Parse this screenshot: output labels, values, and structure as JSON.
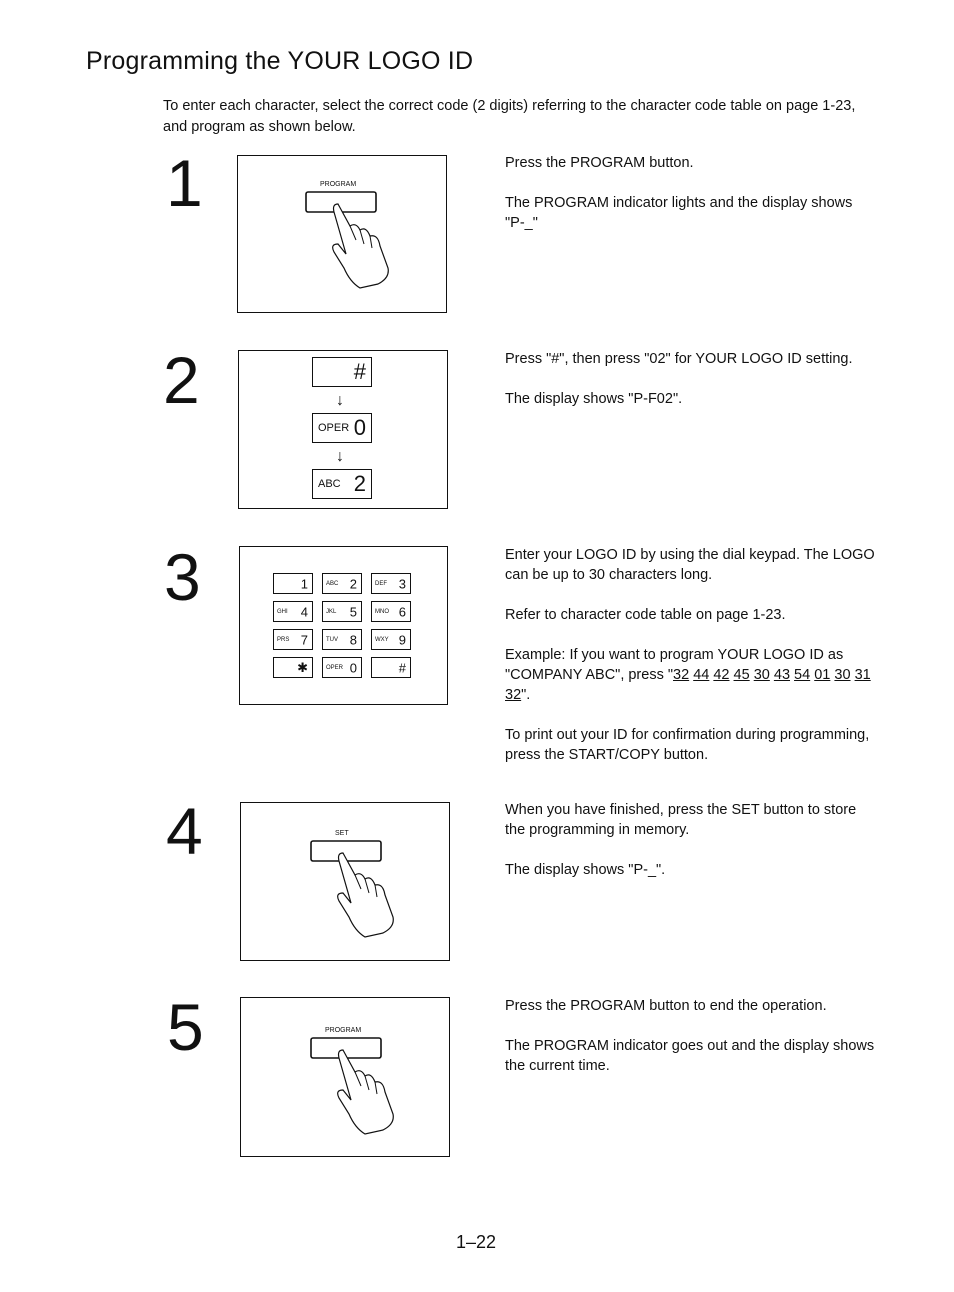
{
  "title": "Programming the YOUR LOGO ID",
  "intro": "To enter each character, select the correct code (2 digits) referring to the character code table on page 1-23, and program as shown below.",
  "steps": [
    {
      "number": "1",
      "button_label": "PROGRAM",
      "paragraphs": [
        "Press the PROGRAM button.",
        "The PROGRAM indicator lights and the display shows \"P-_\""
      ]
    },
    {
      "number": "2",
      "keys": [
        {
          "sub": "",
          "main": "#"
        },
        {
          "sub": "OPER",
          "main": "0"
        },
        {
          "sub": "ABC",
          "main": "2"
        }
      ],
      "arrow": "↓",
      "paragraphs": [
        "Press \"#\", then press \"02\" for YOUR LOGO ID setting.",
        "The display shows \"P-F02\"."
      ]
    },
    {
      "number": "3",
      "keypad": [
        {
          "sub": "",
          "main": "1"
        },
        {
          "sub": "ABC",
          "main": "2"
        },
        {
          "sub": "DEF",
          "main": "3"
        },
        {
          "sub": "GHI",
          "main": "4"
        },
        {
          "sub": "JKL",
          "main": "5"
        },
        {
          "sub": "MNO",
          "main": "6"
        },
        {
          "sub": "PRS",
          "main": "7"
        },
        {
          "sub": "TUV",
          "main": "8"
        },
        {
          "sub": "WXY",
          "main": "9"
        },
        {
          "sub": "",
          "main": "✱"
        },
        {
          "sub": "OPER",
          "main": "0"
        },
        {
          "sub": "",
          "main": "#"
        }
      ],
      "paragraphs": [
        "Enter your LOGO ID by using the dial keypad. The LOGO can be up to 30 characters long.",
        "Refer to character code table on page 1-23."
      ],
      "example_prefix": "Example: If you want to program YOUR LOGO ID as \"COMPANY ABC\", press \"",
      "example_codes": [
        "32",
        "44",
        "42",
        "45",
        "30",
        "43",
        "54",
        "01",
        "30",
        "31",
        "32"
      ],
      "example_suffix": "\".",
      "confirm": "To print out your ID for confirmation during programming, press the START/COPY button."
    },
    {
      "number": "4",
      "button_label": "SET",
      "paragraphs": [
        "When you have finished, press the SET button to store the programming in memory.",
        "The display shows \"P-_\"."
      ]
    },
    {
      "number": "5",
      "button_label": "PROGRAM",
      "paragraphs": [
        "Press the PROGRAM button to end the operation.",
        "The PROGRAM indicator goes out and the display shows the current time."
      ]
    }
  ],
  "page_number": "1–22"
}
